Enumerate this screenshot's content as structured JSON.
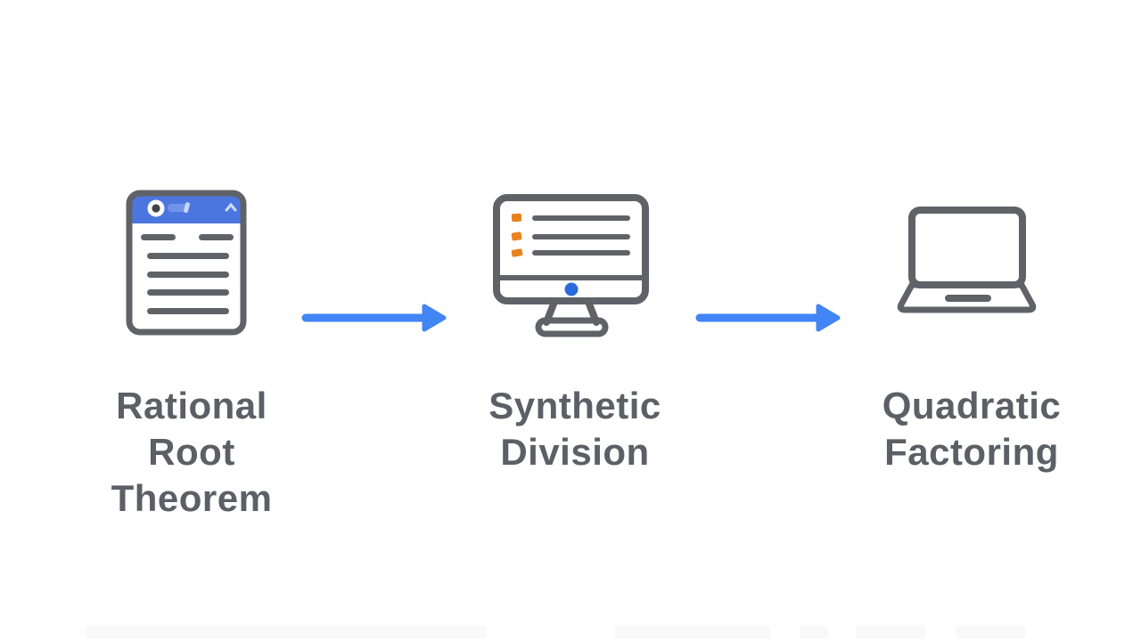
{
  "colors": {
    "background": "#ffffff",
    "icon_gray": "#5f6368",
    "text_gray": "#5b6066",
    "arrow_blue": "#4285f4",
    "header_blue": "#4b76e0",
    "bullet_orange": "#e8821e",
    "dot_blue": "#2b6be0"
  },
  "diagram": {
    "type": "process-flow",
    "direction": "left-to-right",
    "steps": [
      {
        "label": "Rational Root Theorem",
        "lines": [
          "Rational",
          "Root",
          "Theorem"
        ],
        "icon": "browser-document-icon"
      },
      {
        "label": "Synthetic Division",
        "lines": [
          "Synthetic",
          "Division"
        ],
        "icon": "desktop-monitor-icon"
      },
      {
        "label": "Quadratic Factoring",
        "lines": [
          "Quadratic",
          "Factoring"
        ],
        "icon": "laptop-icon"
      }
    ],
    "arrows": [
      {
        "from": "Rational Root Theorem",
        "to": "Synthetic Division"
      },
      {
        "from": "Synthetic Division",
        "to": "Quadratic Factoring"
      }
    ]
  }
}
